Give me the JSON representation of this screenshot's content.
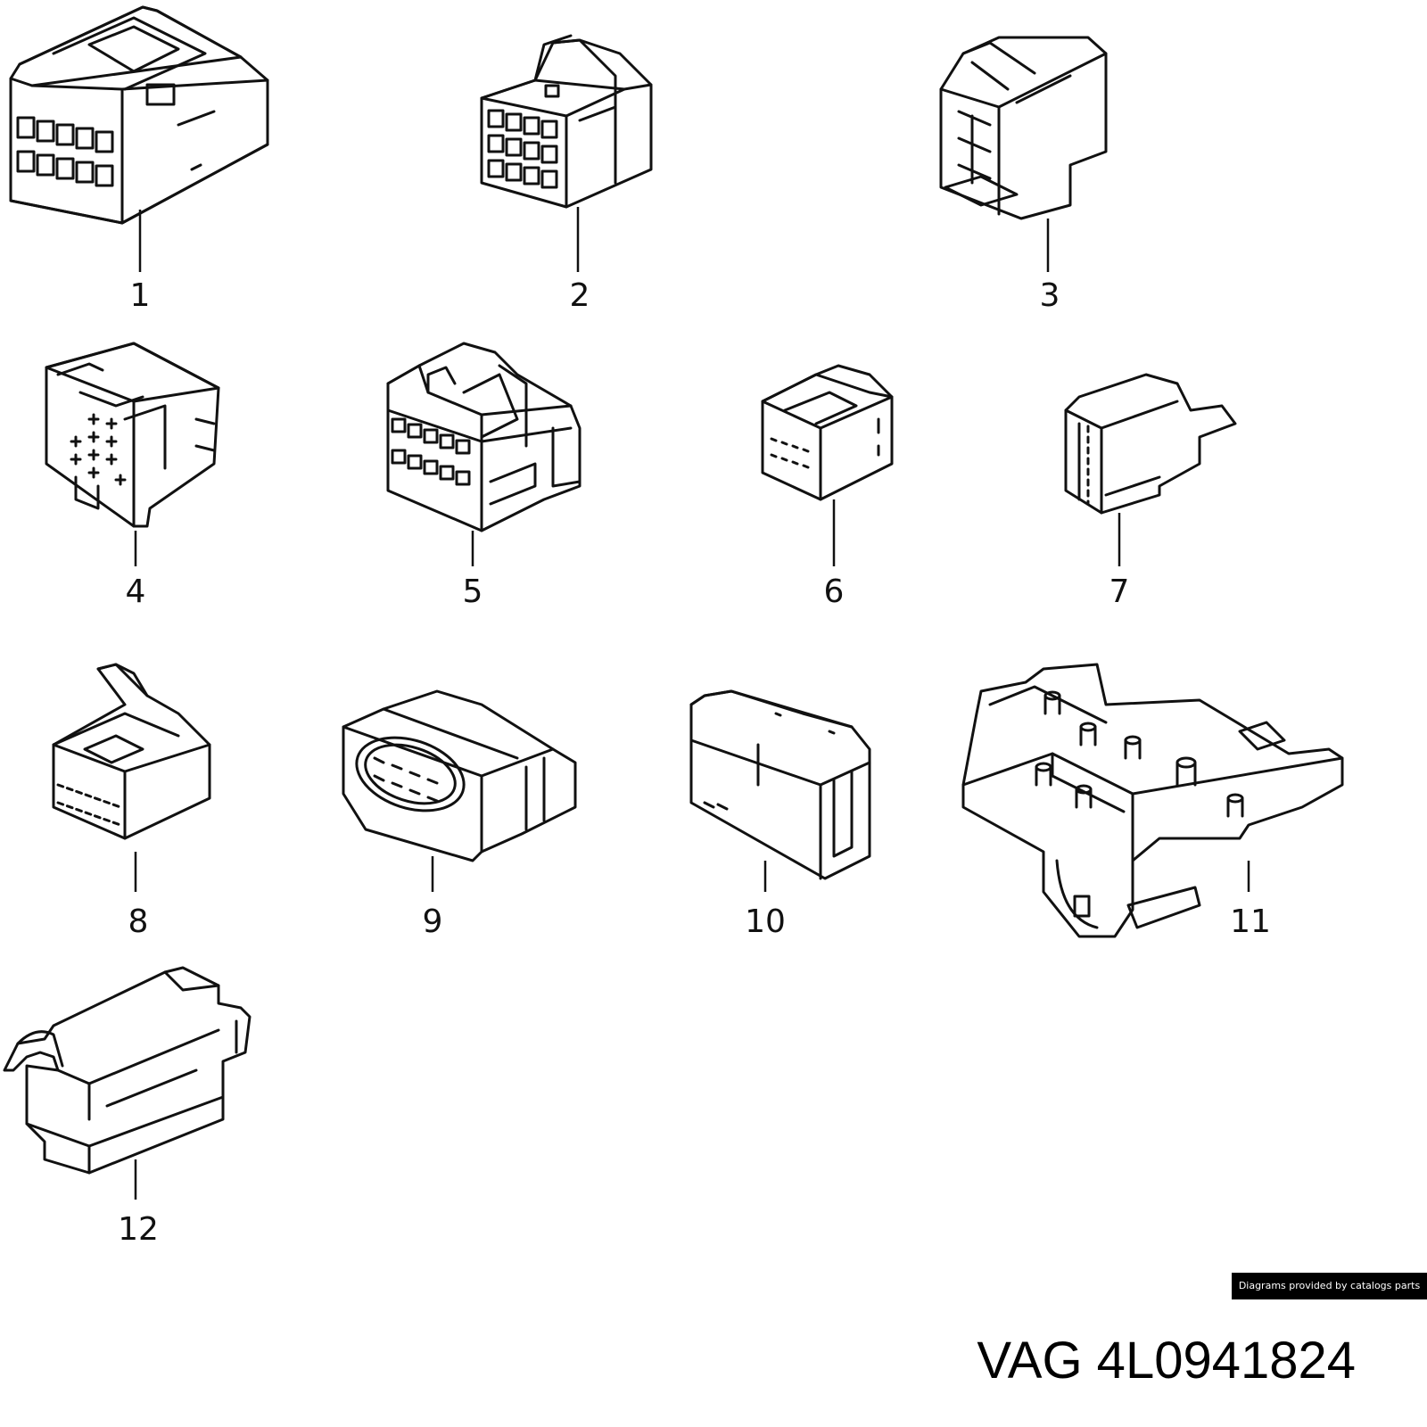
{
  "diagram": {
    "callouts": [
      "1",
      "2",
      "3",
      "4",
      "5",
      "6",
      "7",
      "8",
      "9",
      "10",
      "11",
      "12"
    ]
  },
  "footer": {
    "credit": "Diagrams provided by catalogs parts",
    "part_number": "VAG 4L0941824"
  },
  "colors": {
    "line": "#111111",
    "background": "#ffffff",
    "credit_background": "#000000",
    "credit_text": "#ffffff"
  }
}
